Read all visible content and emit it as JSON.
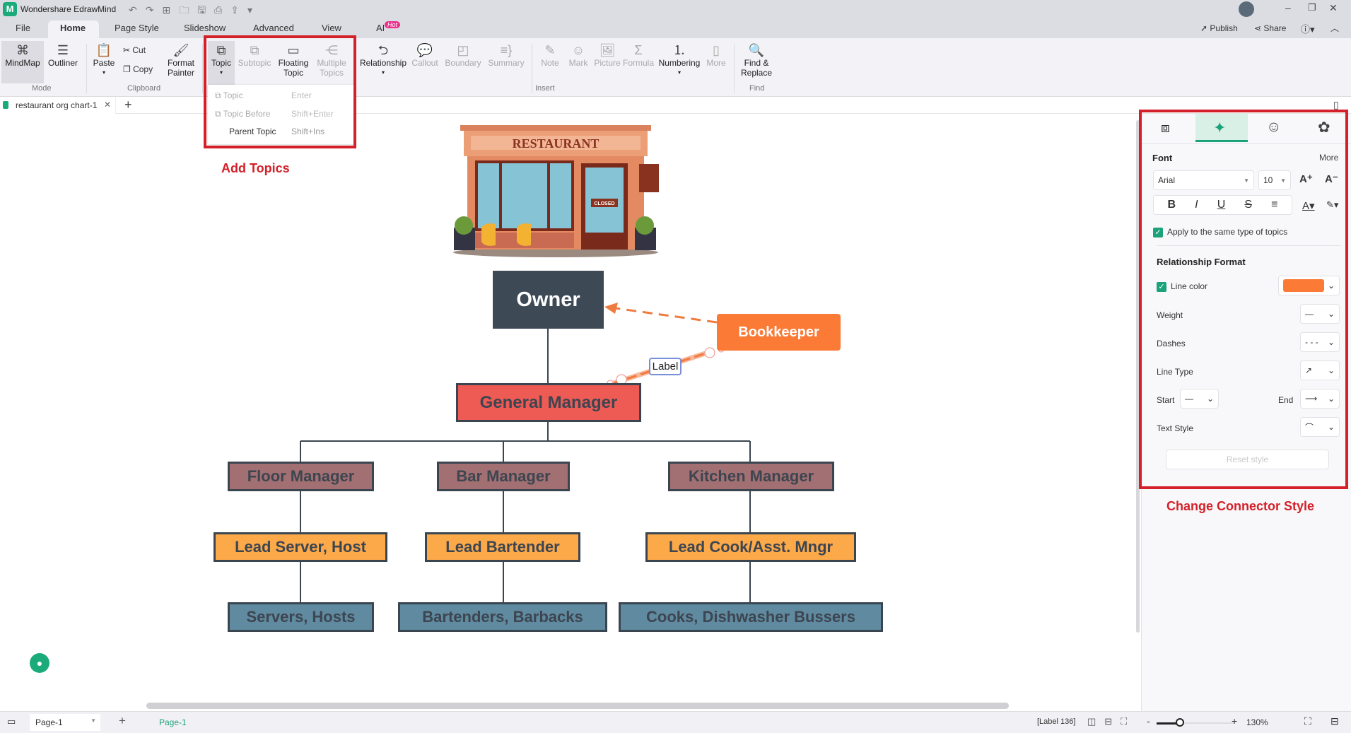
{
  "app": {
    "title": "Wondershare EdrawMind"
  },
  "window": {
    "publish": "Publish",
    "share": "Share"
  },
  "menu_tabs": [
    "File",
    "Home",
    "Page Style",
    "Slideshow",
    "Advanced",
    "View",
    "AI"
  ],
  "ai_badge": "Hot",
  "ribbon": {
    "mindmap": "MindMap",
    "outliner": "Outliner",
    "paste": "Paste",
    "cut": "Cut",
    "copy": "Copy",
    "format_painter": "Format Painter",
    "topic": "Topic",
    "subtopic": "Subtopic",
    "floating_topic": "Floating Topic",
    "multiple_topics": "Multiple Topics",
    "relationship": "Relationship",
    "callout": "Callout",
    "boundary": "Boundary",
    "summary": "Summary",
    "note": "Note",
    "mark": "Mark",
    "picture": "Picture",
    "formula": "Formula",
    "numbering": "Numbering",
    "more": "More",
    "find_replace": "Find & Replace",
    "groups": {
      "mode": "Mode",
      "clipboard": "Clipboard",
      "insert": "Insert",
      "find": "Find"
    }
  },
  "topic_menu": [
    {
      "label": "Topic",
      "shortcut": "Enter",
      "enabled": false
    },
    {
      "label": "Topic Before",
      "shortcut": "Shift+Enter",
      "enabled": false
    },
    {
      "label": "Parent Topic",
      "shortcut": "Shift+Ins",
      "enabled": true
    }
  ],
  "doc_tab": {
    "name": "restaurant org chart-1"
  },
  "annotations": {
    "add_topics": "Add Topics",
    "change_connector": "Change Connector Style"
  },
  "diagram": {
    "image_text": {
      "sign": "RESTAURANT",
      "door": "CLOSED"
    },
    "owner": "Owner",
    "bookkeeper": "Bookkeeper",
    "general_manager": "General Manager",
    "managers": [
      "Floor Manager",
      "Bar Manager",
      "Kitchen Manager"
    ],
    "leads": [
      "Lead Server, Host",
      "Lead Bartender",
      "Lead Cook/Asst. Mngr"
    ],
    "staff": [
      "Servers, Hosts",
      "Bartenders, Barbacks",
      "Cooks, Dishwasher Bussers"
    ],
    "relationship_label": "Label",
    "colors": {
      "owner": "#3d4a56",
      "bookkeeper": "#fb7a36",
      "gm": "#ee5b55",
      "manager": "#a27072",
      "lead": "#fca94a",
      "staff": "#5f8aa0",
      "connector": "#f07b3f"
    }
  },
  "panel": {
    "font_title": "Font",
    "more": "More",
    "font_family": "Arial",
    "font_size": "10",
    "apply_same": "Apply to the same type of topics",
    "relationship_format": "Relationship Format",
    "line_color": "Line color",
    "line_color_value": "#fb7a36",
    "weight": "Weight",
    "dashes": "Dashes",
    "line_type": "Line Type",
    "start": "Start",
    "end": "End",
    "text_style": "Text Style",
    "reset": "Reset style"
  },
  "status": {
    "page_select": "Page-1",
    "page_tab": "Page-1",
    "selection": "[Label 136]",
    "zoom": "130%",
    "zoom_fraction": 0.3
  }
}
